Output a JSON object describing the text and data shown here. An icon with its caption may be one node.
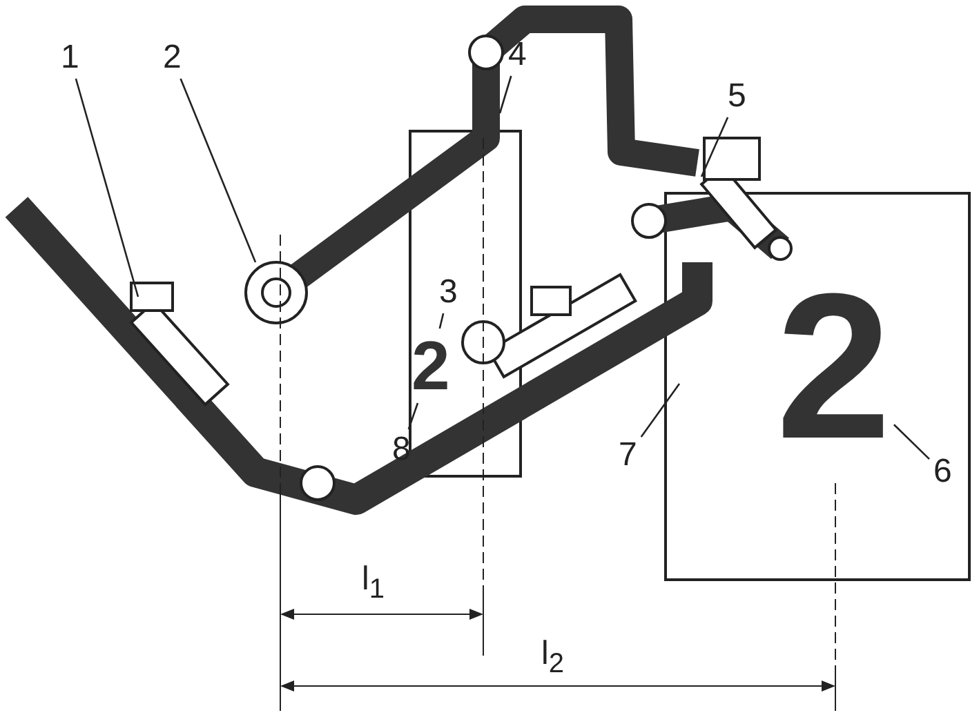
{
  "diagram": {
    "nodes": [
      {
        "text": [
          "1"
        ]
      },
      {
        "text": [
          "2"
        ]
      },
      {
        "text": [
          "3"
        ]
      },
      {
        "text": [
          "4"
        ]
      },
      {
        "text": [
          "5"
        ]
      },
      {
        "text": [
          "6"
        ]
      },
      {
        "text": [
          "7"
        ]
      },
      {
        "text": [
          "8"
        ]
      },
      {
        "text": [
          "2"
        ]
      },
      {
        "text": [
          "2"
        ]
      }
    ],
    "edges": [
      {
        "from": 0,
        "to": null,
        "arrow": "none"
      },
      {
        "from": 1,
        "to": null,
        "arrow": "none"
      },
      {
        "from": 2,
        "to": 8,
        "arrow": "none"
      },
      {
        "from": 3,
        "to": null,
        "arrow": "none"
      },
      {
        "from": 4,
        "to": null,
        "arrow": "none"
      },
      {
        "from": 5,
        "to": 9,
        "arrow": "none"
      },
      {
        "from": 6,
        "to": null,
        "arrow": "none"
      },
      {
        "from": 7,
        "to": 8,
        "arrow": "none"
      }
    ],
    "labels": [
      "l$_{1}$",
      "l$_{2}$"
    ]
  }
}
